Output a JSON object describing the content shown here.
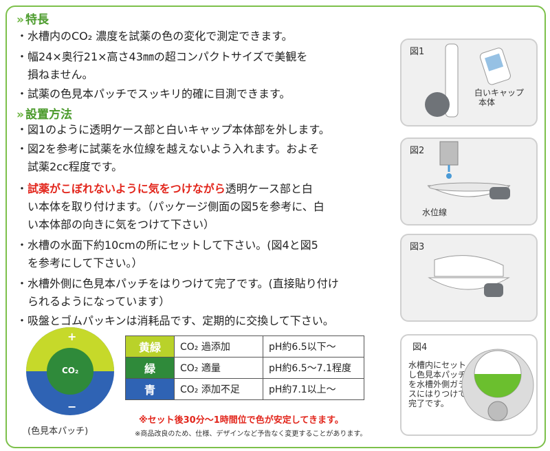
{
  "features": {
    "heading": "特長",
    "lines": [
      "・水槽内のCO₂ 濃度を試薬の色の変化で測定できます。",
      "・幅24×奥行21×高さ43㎜の超コンパクトサイズで美観を",
      "損ねません。",
      "・試薬の色見本パッチでスッキリ的確に目測できます。"
    ]
  },
  "setup": {
    "heading": "設置方法",
    "lines": [
      "・図1のように透明ケース部と白いキャップ本体部を外します。",
      "・図2を参考に試薬を水位線を越えないよう入れます。およそ",
      "試薬2cc程度です。",
      "い本体を取り付けます。（パッケージ側面の図5を参考に、白",
      "い本体部の向きに気をつけて下さい）",
      "・水槽の水面下約10cmの所にセットして下さい。(図4と図5",
      "を参考にして下さい。）",
      "・水槽外側に色見本パッチをはりつけて完了です。(直接貼り付け",
      "られるようになっています）",
      "・吸盤とゴムパッキンは消耗品です、定期的に交換して下さい。"
    ],
    "warning_red": "試薬がこぼれないように気をつけながら",
    "warning_rest": "透明ケース部と白",
    "warning_bullet": "・"
  },
  "figures": {
    "fig1": {
      "label": "図1",
      "caption_1": "白いキャップ",
      "caption_2": "本体"
    },
    "fig2": {
      "label": "図2",
      "caption": "水位線"
    },
    "fig3": {
      "label": "図3"
    },
    "fig4": {
      "label": "図4",
      "caption": [
        "水槽内にセット",
        "し色見本パッチ",
        "を水槽外側ガラ",
        "スにはりつけて",
        "完了です。"
      ]
    }
  },
  "patch": {
    "plus": "+",
    "minus": "−",
    "center": "CO₂",
    "caption": "(色見本パッチ)",
    "colors": {
      "yellow_green": "#c6d92a",
      "green": "#2f8a3a",
      "blue": "#2f63b4"
    }
  },
  "legend": {
    "rows": [
      {
        "color": "黄緑",
        "desc": "CO₂ 過添加",
        "ph": "pH約6.5以下～",
        "bg": "#b9d22a"
      },
      {
        "color": "緑",
        "desc": "CO₂ 適量",
        "ph": "pH約6.5～7.1程度",
        "bg": "#2f8a3a"
      },
      {
        "color": "青",
        "desc": "CO₂ 添加不足",
        "ph": "pH約7.1以上～",
        "bg": "#2f63b4"
      }
    ],
    "note_red": "※セット後30分～1時間位で色が安定してきます。",
    "note_small": "※商品改良のため、仕様、デザインなど予告なく変更することがあります。"
  }
}
